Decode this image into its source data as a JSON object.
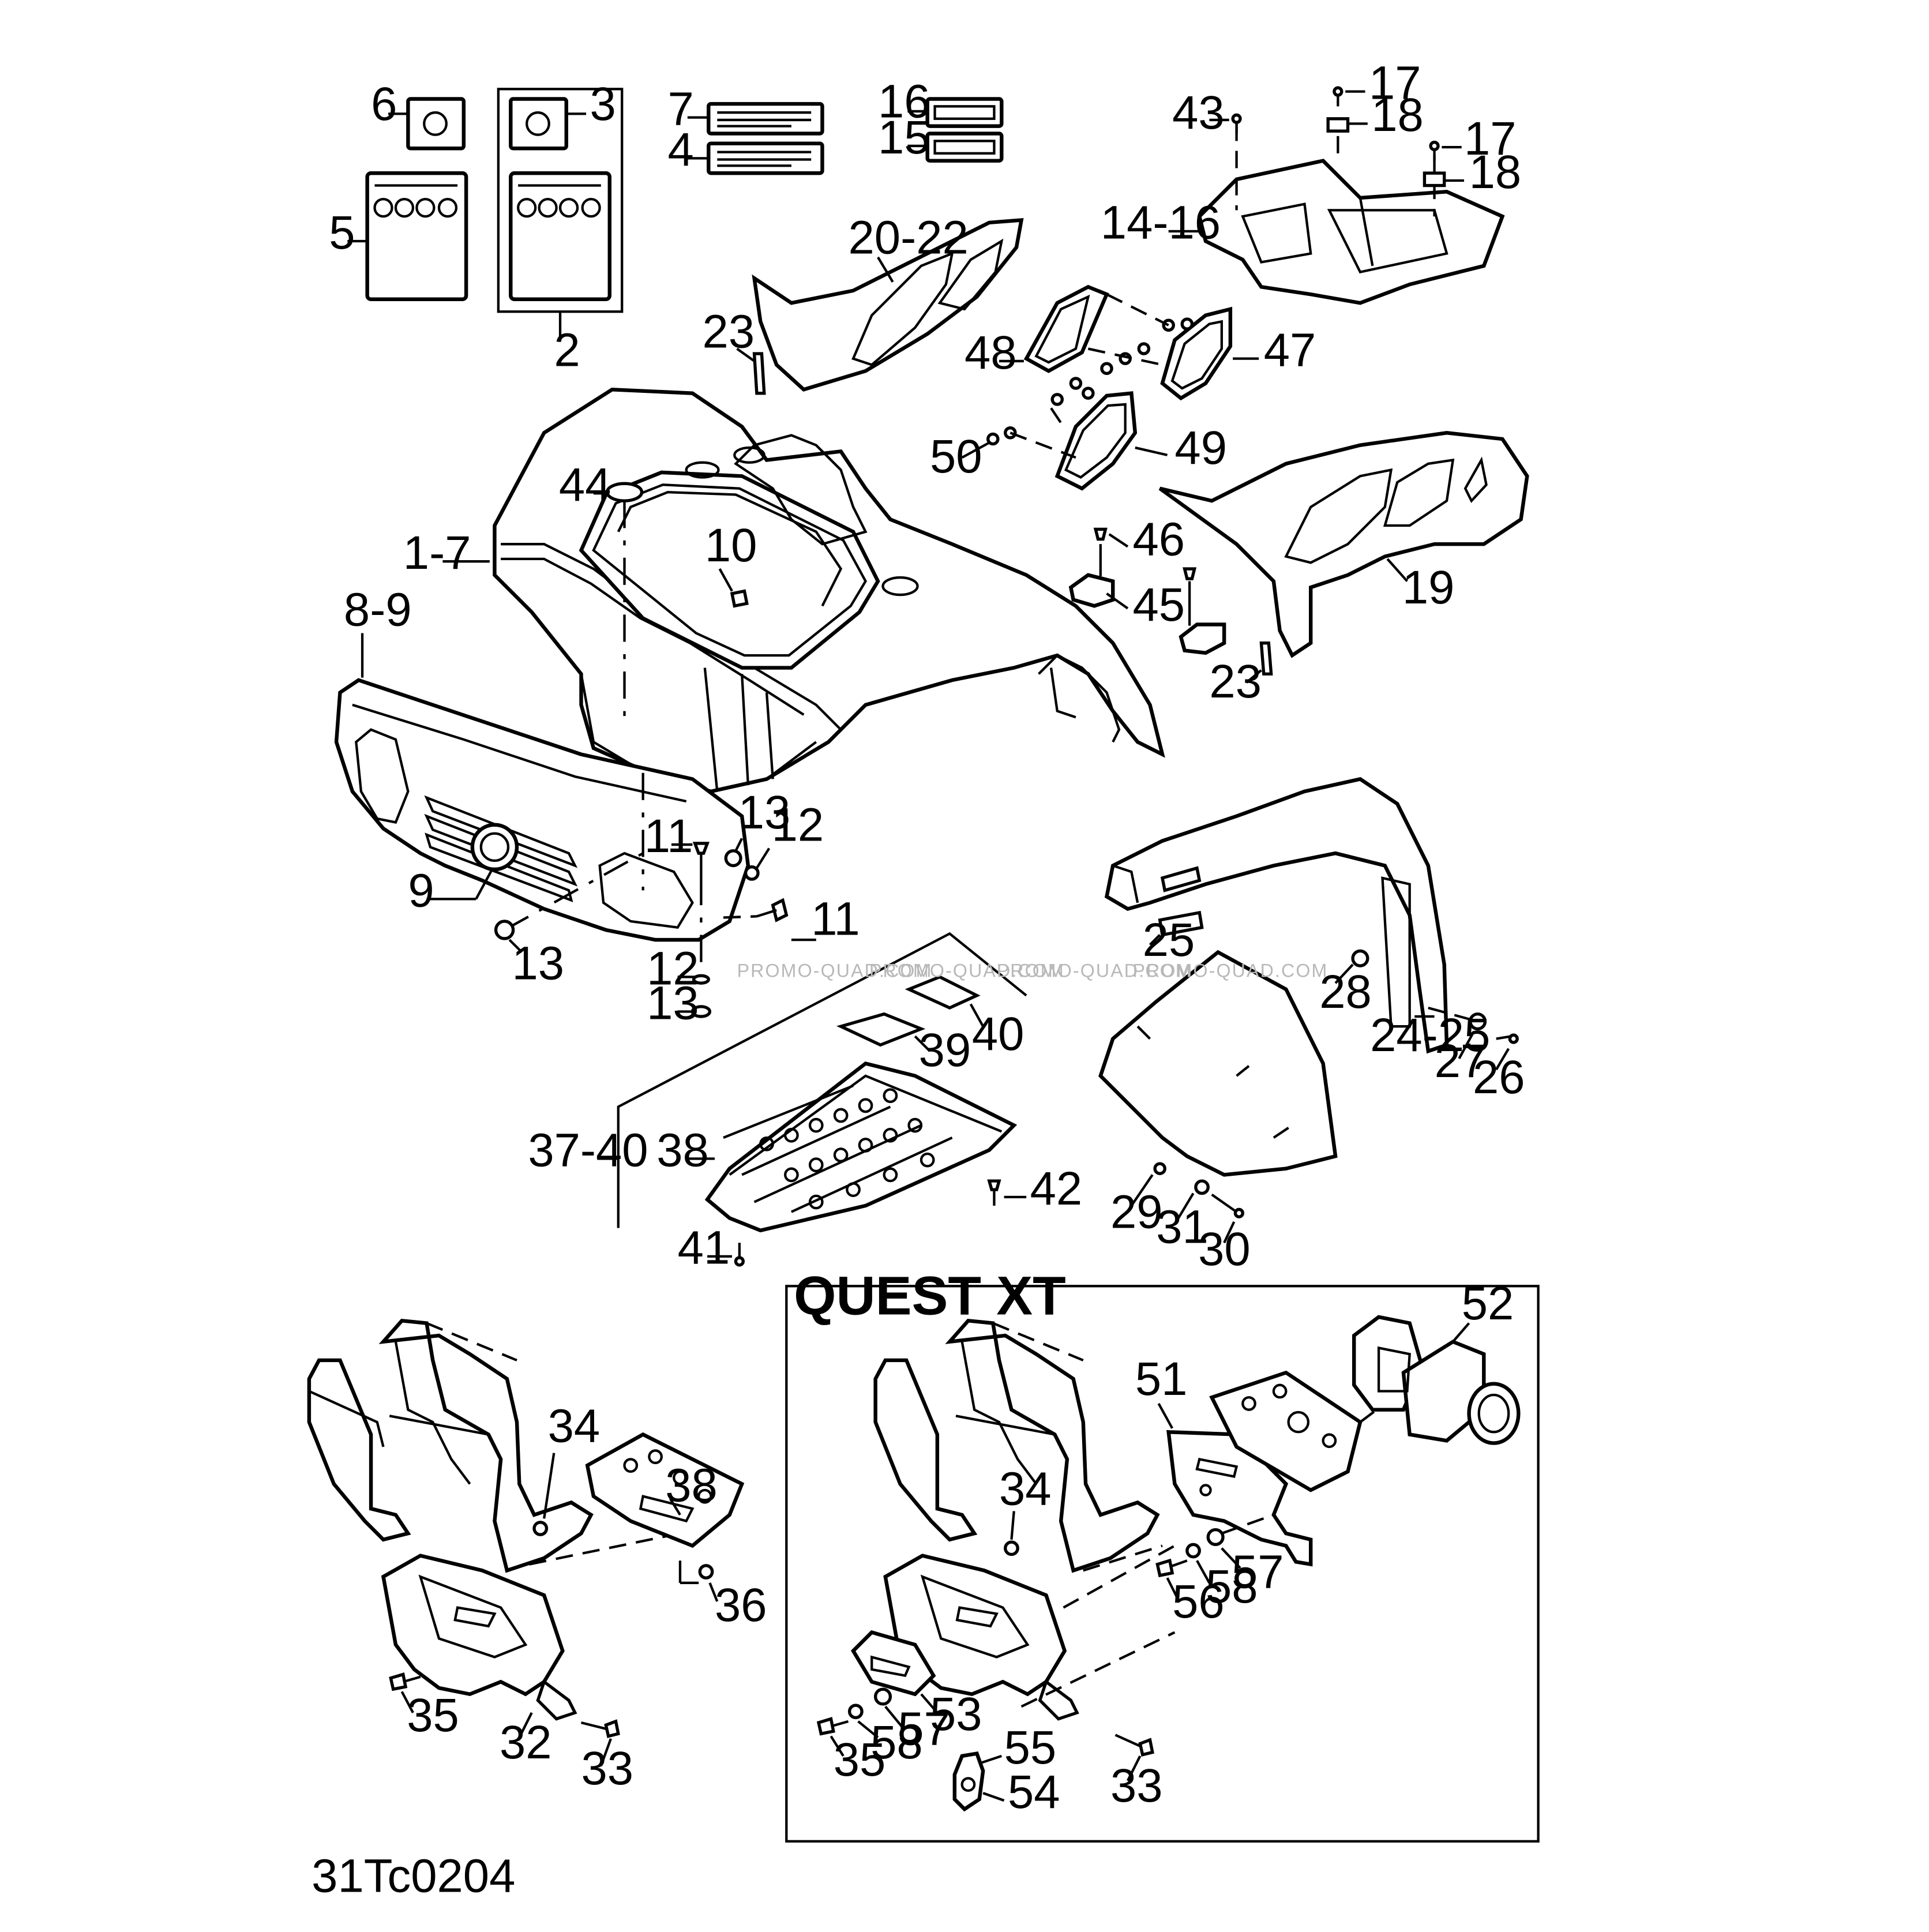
{
  "drawing_code": "31Tc0204",
  "section_title": "QUEST XT",
  "watermark": "PROMO-QUAD.COM",
  "callouts": {
    "c1_7": "1-7",
    "c2": "2",
    "c3": "3",
    "c4": "4",
    "c5": "5",
    "c6": "6",
    "c7": "7",
    "c8_9": "8-9",
    "c9": "9",
    "c10": "10",
    "c11": "11",
    "c12": "12",
    "c13": "13",
    "c14_16": "14-16",
    "c15": "15",
    "c16": "16",
    "c17": "17",
    "c18": "18",
    "c19": "19",
    "c20_22": "20-22",
    "c23": "23",
    "c24_25": "24-25",
    "c25": "25",
    "c26": "26",
    "c27": "27",
    "c28": "28",
    "c29": "29",
    "c30": "30",
    "c31": "31",
    "c32": "32",
    "c33": "33",
    "c34": "34",
    "c35": "35",
    "c36": "36",
    "c37_40": "37-40",
    "c38": "38",
    "c39": "39",
    "c40": "40",
    "c41": "41",
    "c42": "42",
    "c43": "43",
    "c44": "44",
    "c45": "45",
    "c46": "46",
    "c47": "47",
    "c48": "48",
    "c49": "49",
    "c50": "50",
    "c51": "51",
    "c52": "52",
    "c53": "53",
    "c54": "54",
    "c55": "55",
    "c56": "56",
    "c57": "57",
    "c58": "58"
  }
}
